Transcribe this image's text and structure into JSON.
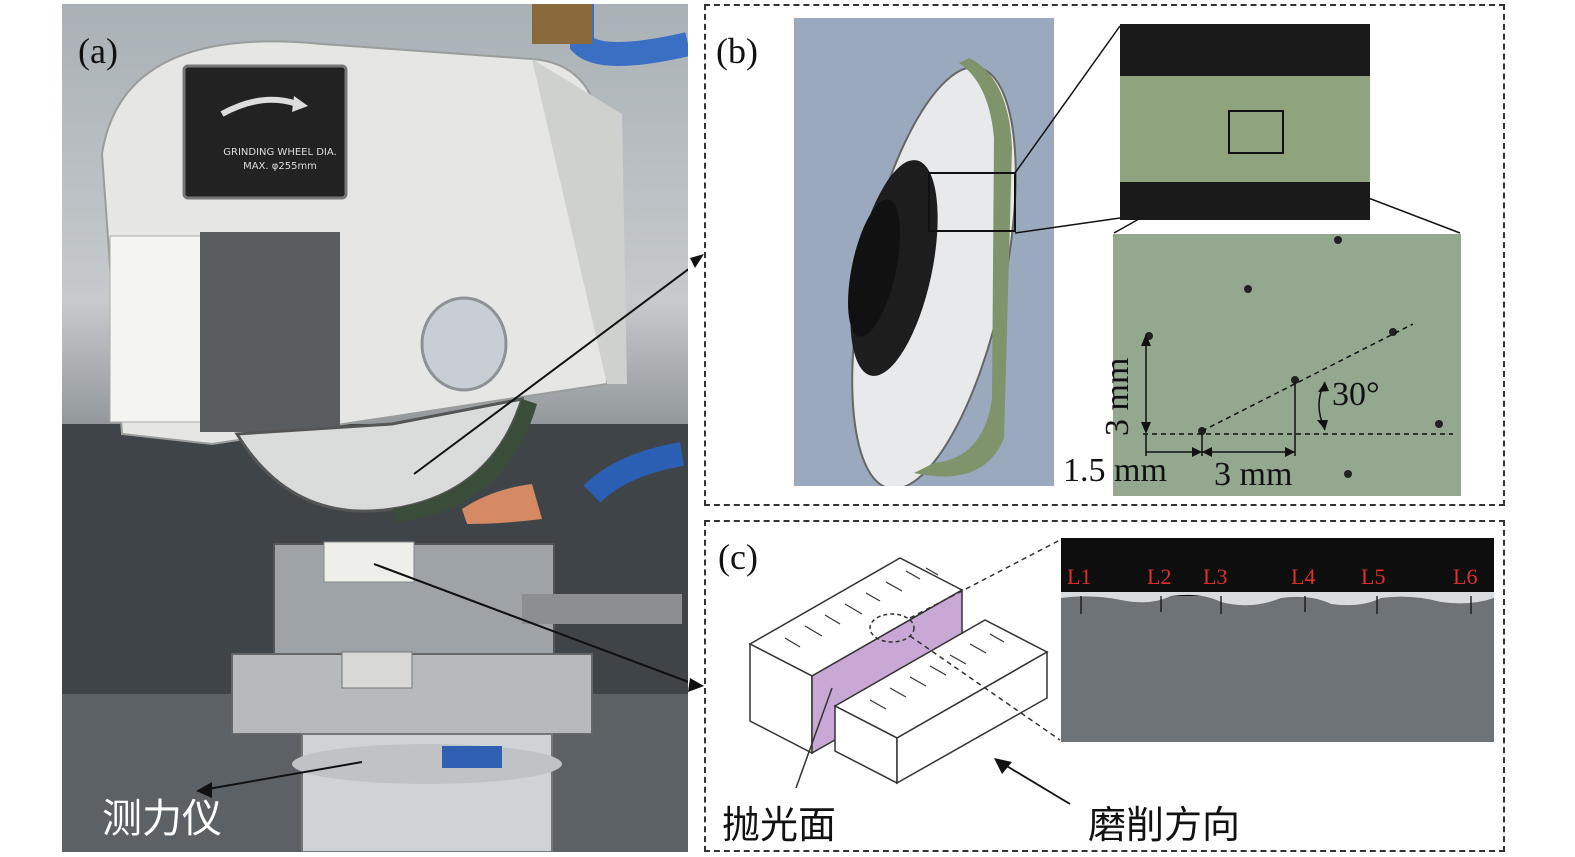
{
  "panel_a": {
    "label": "(a)",
    "guard_plate_line1": "GRINDING WHEEL DIA.",
    "guard_plate_line2": "MAX. φ255mm",
    "annotation": "测力仪"
  },
  "panel_b": {
    "label": "(b)",
    "dim_vertical": "3 mm",
    "dim_horizontal_1": "1.5 mm",
    "dim_horizontal_2": "3 mm",
    "angle": "30°"
  },
  "panel_c": {
    "label": "(c)",
    "polished_face_label": "抛光面",
    "grinding_direction_label": "磨削方向",
    "layer_labels": [
      "L1",
      "L2",
      "L3",
      "L4",
      "L5",
      "L6"
    ]
  },
  "colors": {
    "wheel_green": "#7f946a",
    "polished_face": "#c9a8d6",
    "layer_label_red": "#e0302a",
    "sem_gray": "#6e7378"
  }
}
